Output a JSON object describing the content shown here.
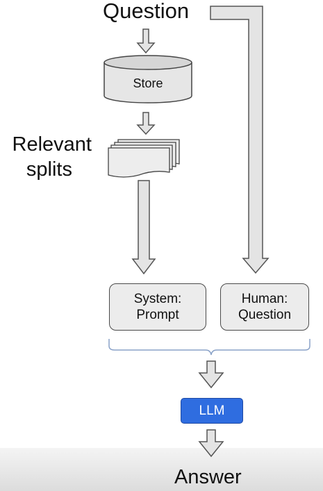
{
  "question_label": "Question",
  "store_label": "Store",
  "relevant_splits_label": [
    "Relevant",
    "splits"
  ],
  "system_box": [
    "System:",
    "Prompt"
  ],
  "human_box": [
    "Human:",
    "Question"
  ],
  "llm_label": "LLM",
  "answer_label": "Answer",
  "colors": {
    "llm_fill": "#2f6de0",
    "box_fill": "#ececec",
    "bracket": "#8aa2c8"
  }
}
